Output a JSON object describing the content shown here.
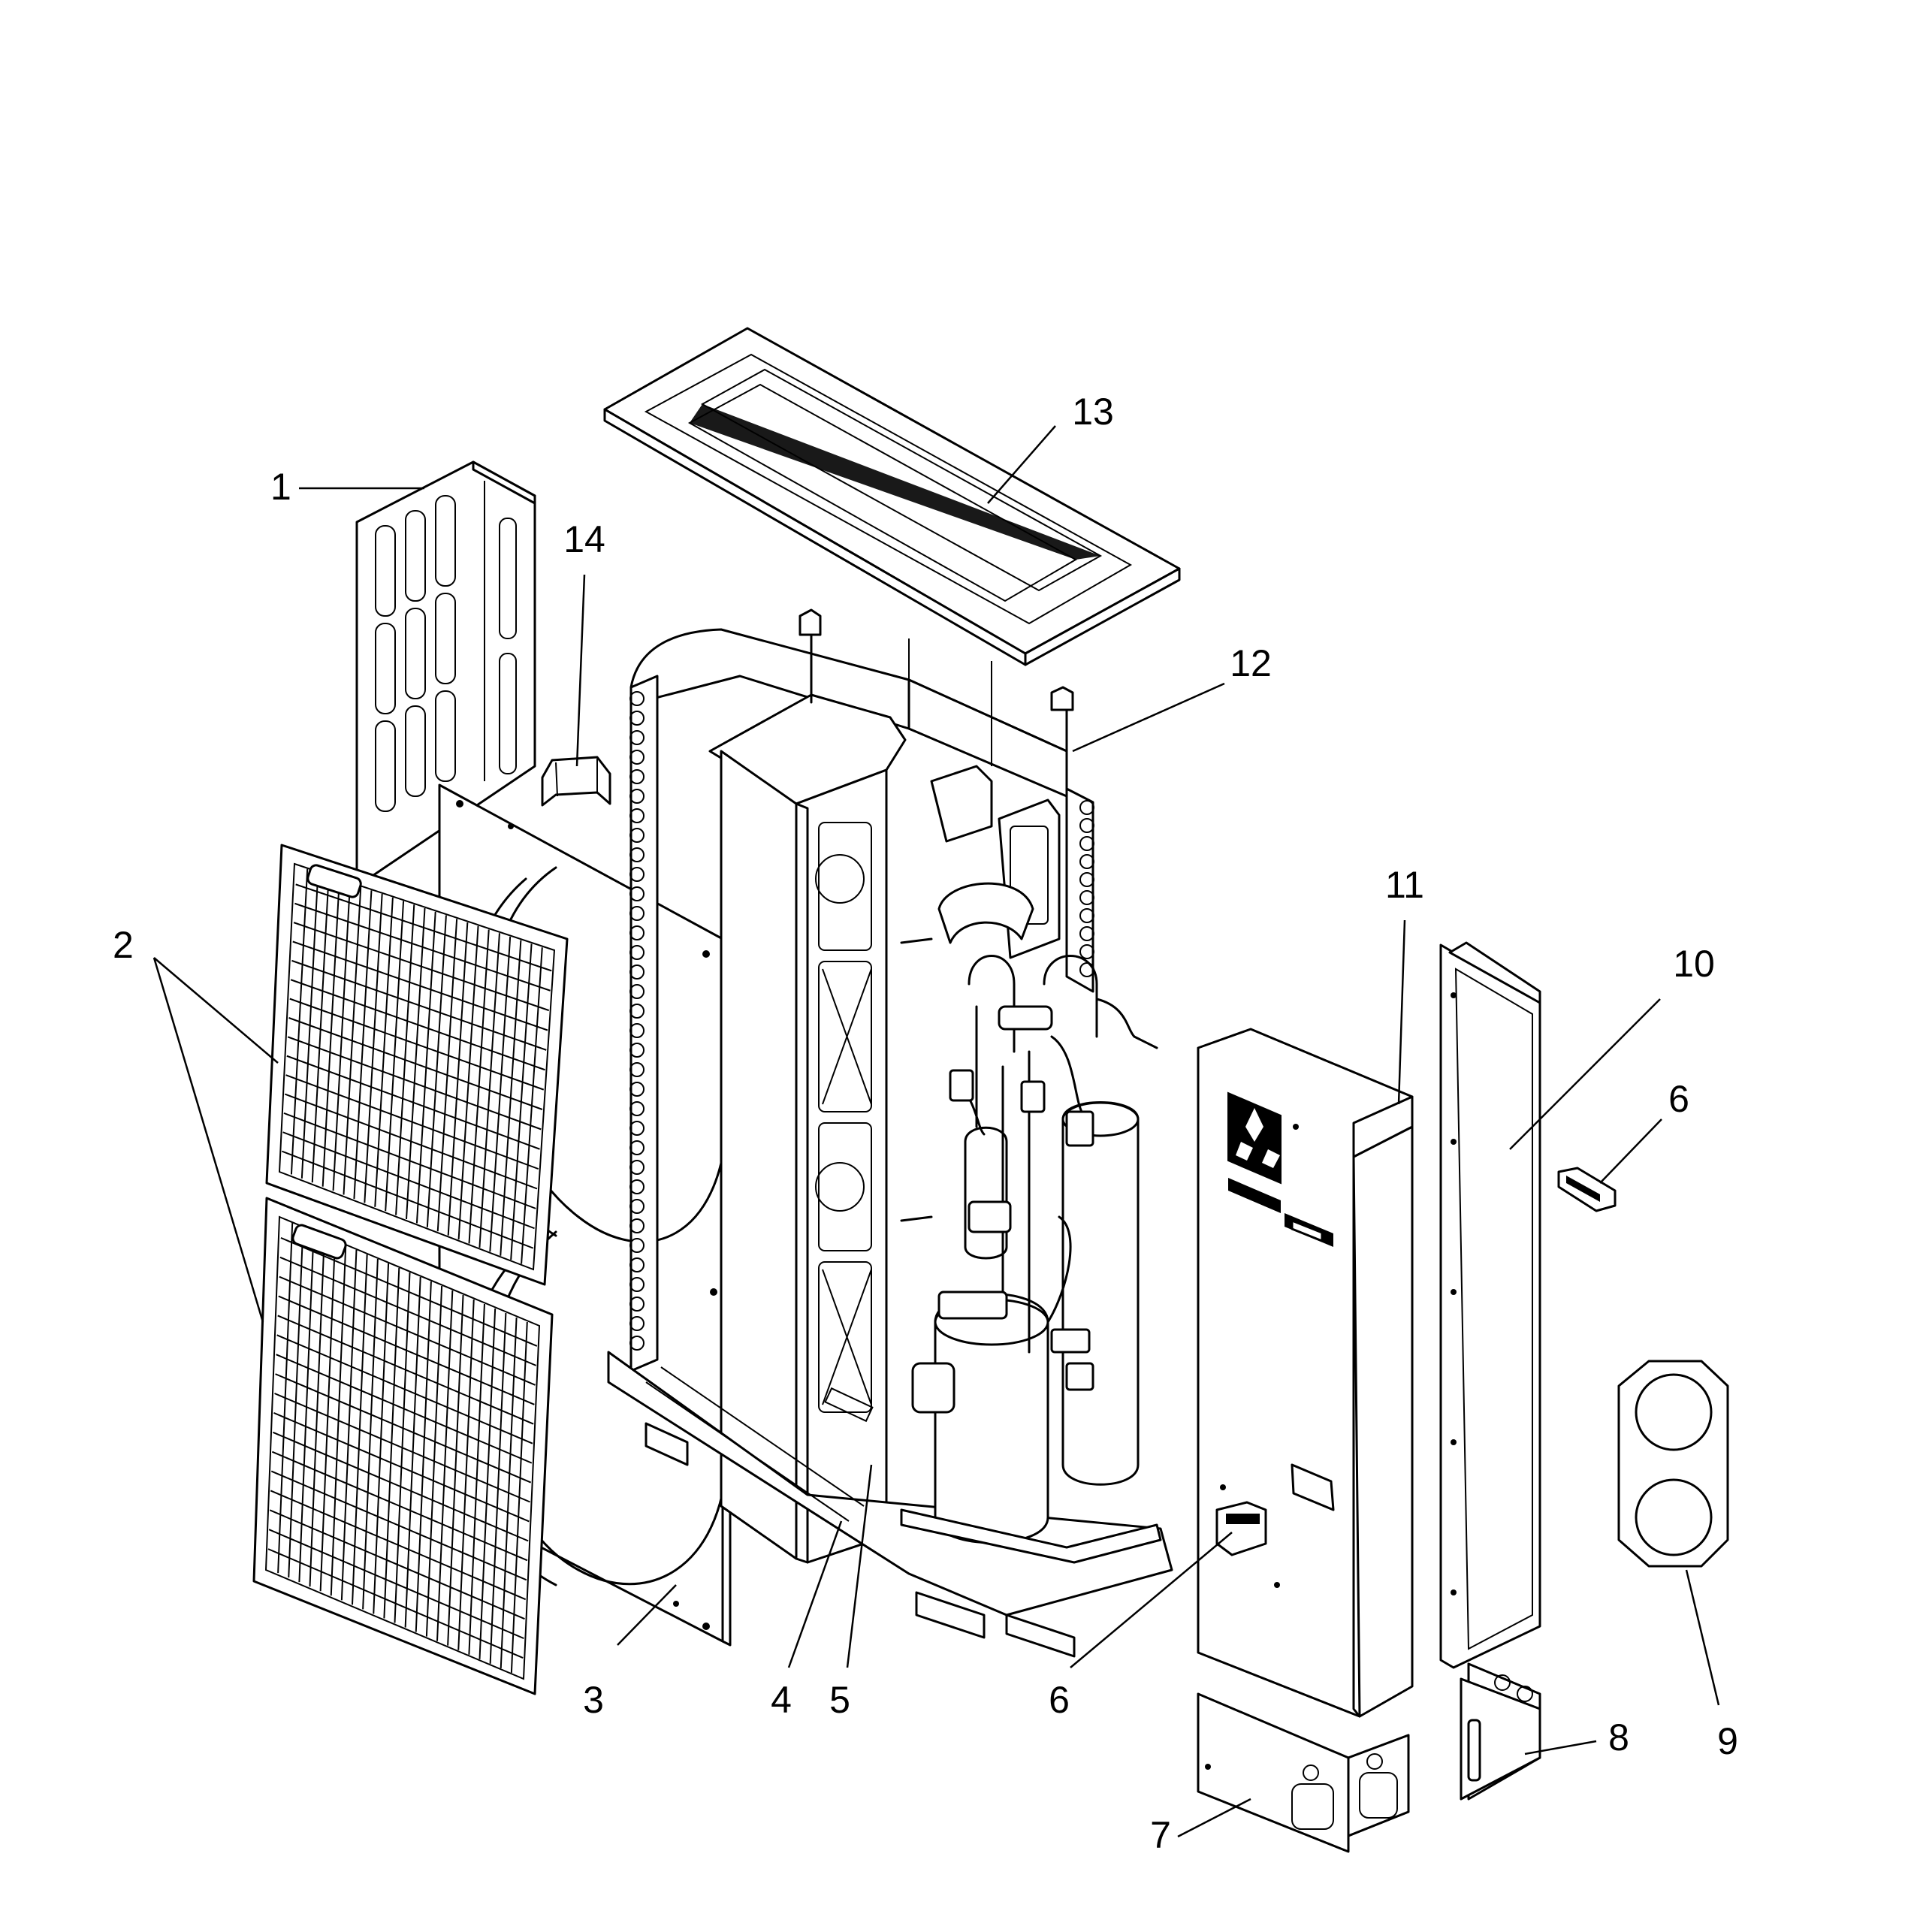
{
  "callouts": [
    {
      "id": "1",
      "text": "1"
    },
    {
      "id": "2",
      "text": "2"
    },
    {
      "id": "3",
      "text": "3"
    },
    {
      "id": "4",
      "text": "4"
    },
    {
      "id": "5",
      "text": "5"
    },
    {
      "id": "6a",
      "text": "6"
    },
    {
      "id": "6b",
      "text": "6"
    },
    {
      "id": "7",
      "text": "7"
    },
    {
      "id": "8",
      "text": "8"
    },
    {
      "id": "9",
      "text": "9"
    },
    {
      "id": "10",
      "text": "10"
    },
    {
      "id": "11",
      "text": "11"
    },
    {
      "id": "12",
      "text": "12"
    },
    {
      "id": "13",
      "text": "13"
    },
    {
      "id": "14",
      "text": "14"
    }
  ]
}
